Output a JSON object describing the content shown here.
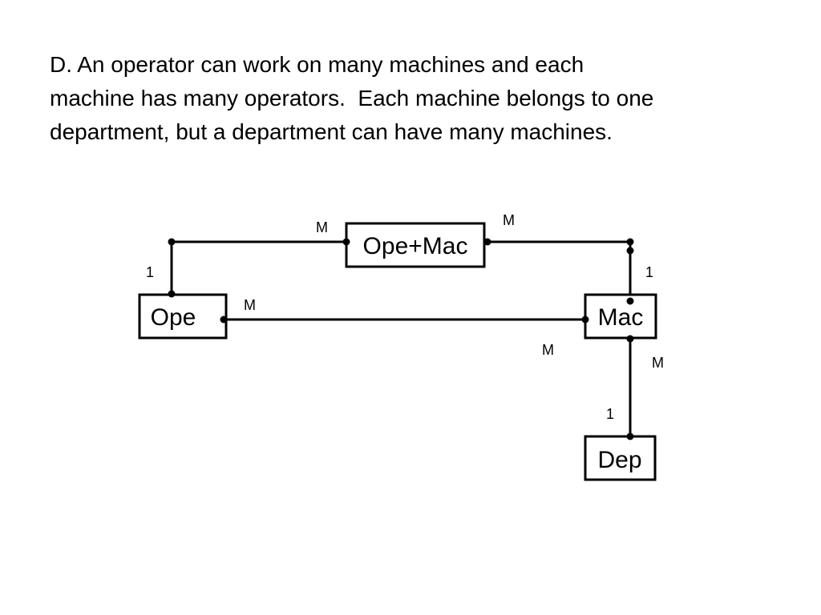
{
  "description": {
    "lines": [
      "D. An operator can work on many machines and each",
      "machine has many operators.  Each machine belongs to one",
      "department, but a department can have many machines."
    ]
  },
  "diagram": {
    "entities": {
      "ope_mac": "Ope+Mac",
      "ope": "Ope",
      "mac": "Mac",
      "dep": "Dep"
    },
    "cardinalities": {
      "opemac_left": "M",
      "opemac_right": "M",
      "ope_top": "1",
      "mac_top": "1",
      "ope_right": "M",
      "mac_left": "M",
      "mac_bottom": "M",
      "dep_top": "1"
    }
  }
}
